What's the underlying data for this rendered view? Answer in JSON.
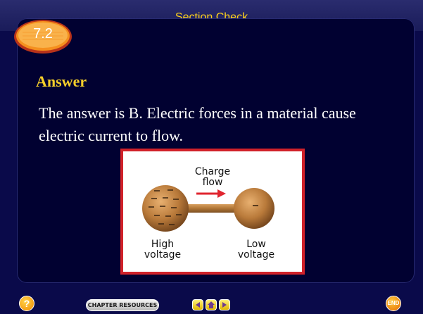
{
  "header": {
    "section_title": "Section Check"
  },
  "badge": {
    "label": "7.2"
  },
  "content": {
    "heading": "Answer",
    "body": "The answer is B. Electric forces in a material cause electric current to flow."
  },
  "figure": {
    "charge_flow_line1": "Charge",
    "charge_flow_line2": "flow",
    "high_line1": "High",
    "high_line2": "voltage",
    "low_line1": "Low",
    "low_line2": "voltage"
  },
  "footer": {
    "help_label": "?",
    "chapter_resources_label": "CHAPTER RESOURCES",
    "end_label": "END"
  },
  "colors": {
    "background": "#0a0a4a",
    "accent_yellow": "#f5cf2a",
    "badge_orange": "#f5901e",
    "figure_border": "#d1222a"
  }
}
